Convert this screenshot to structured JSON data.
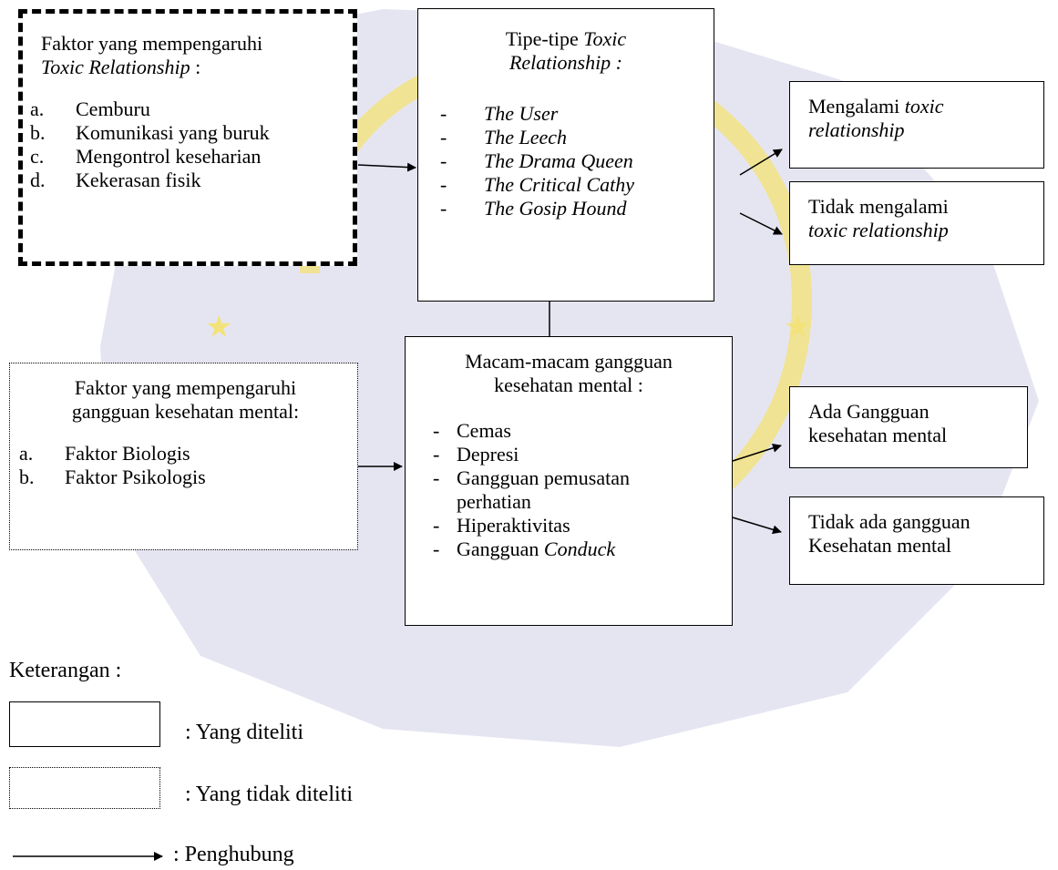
{
  "watermark": {
    "colors": {
      "light_blue": "#cfcfe8",
      "yellow": "#f3e27a"
    }
  },
  "unresearched_box_1": {
    "title_line1": "Faktor yang mempengaruhi",
    "title_line2_italic": "Toxic Relationship",
    "title_line2_suffix": " :",
    "items": [
      {
        "marker": "a.",
        "text": "Cemburu"
      },
      {
        "marker": "b.",
        "text": "Komunikasi yang buruk"
      },
      {
        "marker": "c.",
        "text": "Mengontrol keseharian"
      },
      {
        "marker": "d.",
        "text": "Kekerasan fisik"
      }
    ]
  },
  "types_box": {
    "title_line1_prefix": "Tipe-tipe ",
    "title_line1_italic": "Toxic",
    "title_line2_italic": "Relationship :",
    "items": [
      {
        "marker": "-",
        "text": "The User"
      },
      {
        "marker": "-",
        "text": "The Leech"
      },
      {
        "marker": "-",
        "text": "The Drama Queen"
      },
      {
        "marker": "-",
        "text": "The Critical Cathy"
      },
      {
        "marker": "-",
        "text": "The Gosip Hound"
      }
    ]
  },
  "outcome_toxic_yes": {
    "line1_prefix": "Mengalami ",
    "line1_italic": "toxic",
    "line2_italic": "relationship"
  },
  "outcome_toxic_no": {
    "line1": "Tidak mengalami",
    "line2_italic": "toxic relationship"
  },
  "unresearched_box_2": {
    "title_line1": "Faktor yang mempengaruhi",
    "title_line2": "gangguan kesehatan mental:",
    "items": [
      {
        "marker": "a.",
        "text": "Faktor Biologis"
      },
      {
        "marker": "b.",
        "text": "Faktor Psikologis"
      }
    ]
  },
  "disorders_box": {
    "title_line1": "Macam-macam gangguan",
    "title_line2": "kesehatan mental :",
    "items": [
      {
        "marker": "-",
        "text": "Cemas"
      },
      {
        "marker": "-",
        "text": "Depresi"
      },
      {
        "marker": "-",
        "text": "Gangguan pemusatan"
      },
      {
        "marker": "",
        "text": "perhatian"
      },
      {
        "marker": "-",
        "text": "Hiperaktivitas"
      }
    ],
    "last_item": {
      "marker": "-",
      "text_prefix": "Gangguan ",
      "text_italic": "Conduck"
    }
  },
  "outcome_mental_yes": {
    "line1": "Ada Gangguan",
    "line2": "kesehatan mental"
  },
  "outcome_mental_no": {
    "line1": "Tidak ada gangguan",
    "line2": "Kesehatan mental"
  },
  "legend": {
    "heading": "Keterangan :",
    "researched": ": Yang diteliti",
    "not_researched": ": Yang tidak diteliti",
    "connector": ": Penghubung"
  }
}
